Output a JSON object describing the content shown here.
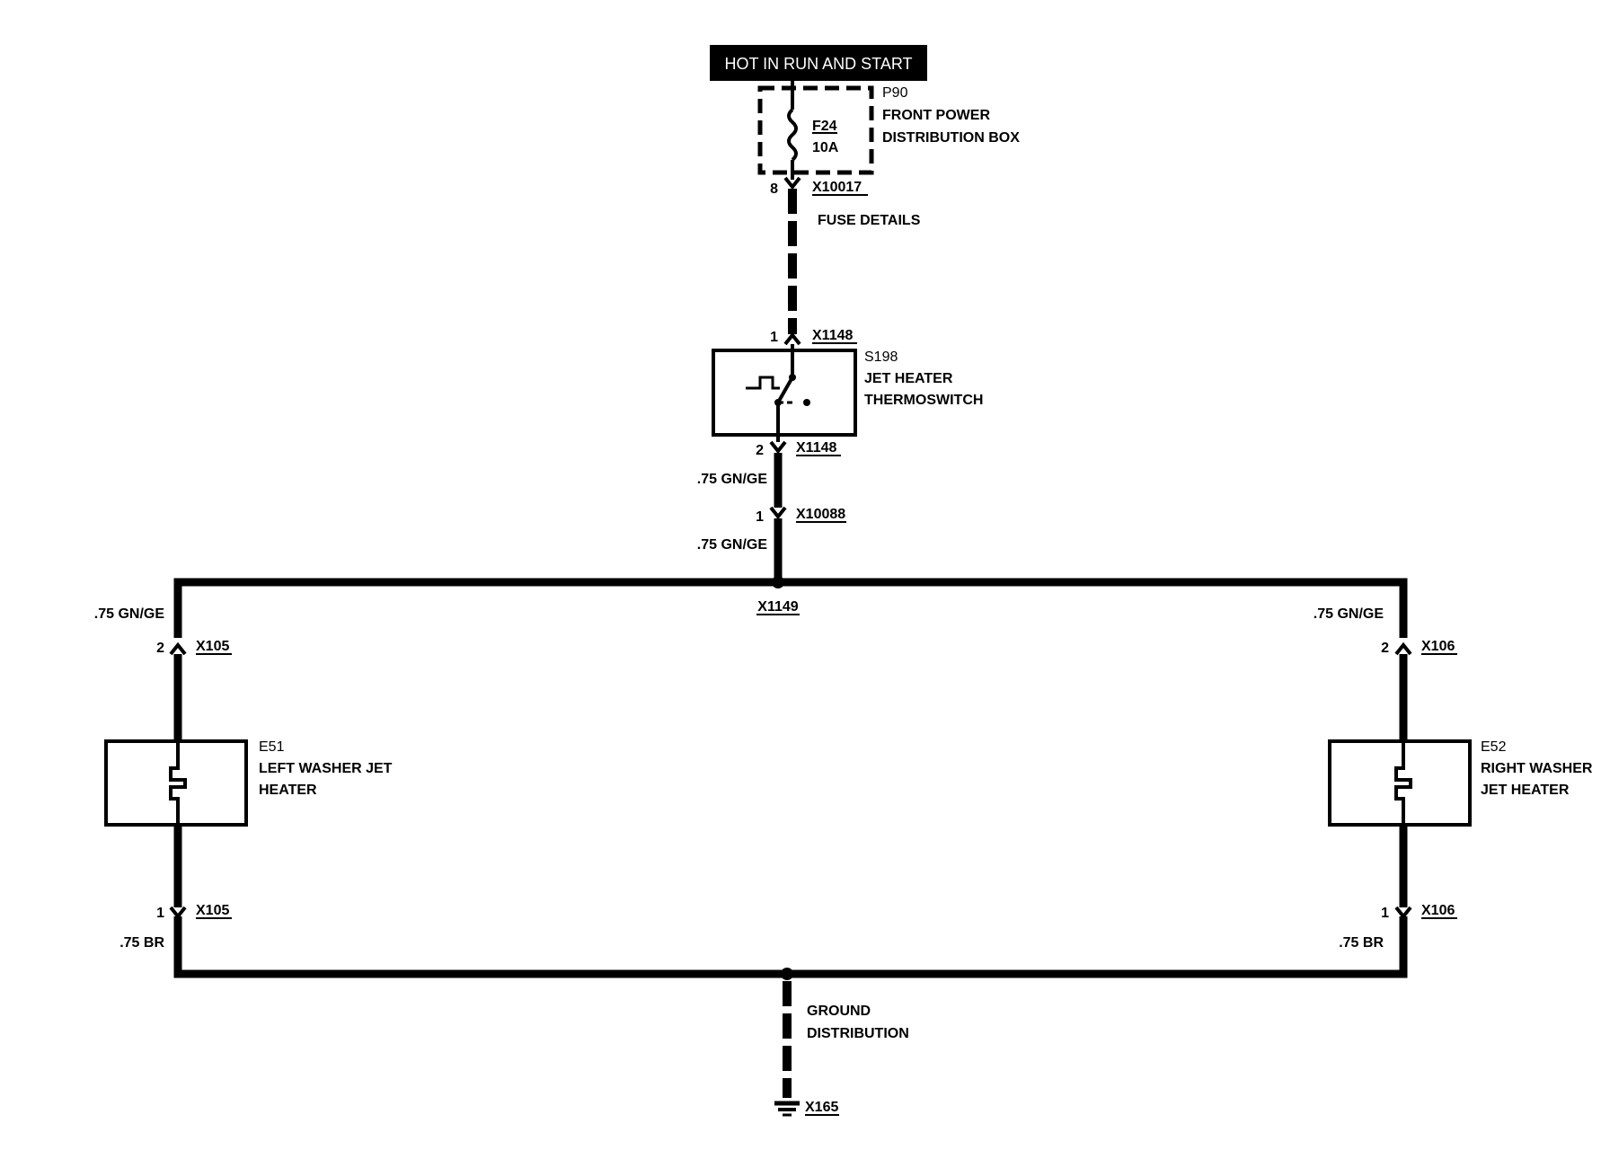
{
  "header": {
    "power_label": "HOT IN RUN AND START"
  },
  "fuse_box": {
    "id": "P90",
    "name_line1": "FRONT POWER",
    "name_line2": "DISTRIBUTION BOX",
    "fuse_id": "F24",
    "fuse_rating": "10A"
  },
  "connectors": {
    "x10017": {
      "pin": "8",
      "id": "X10017"
    },
    "x1148_top": {
      "pin": "1",
      "id": "X1148"
    },
    "x1148_bottom": {
      "pin": "2",
      "id": "X1148"
    },
    "x10088": {
      "pin": "1",
      "id": "X10088"
    },
    "x1149": {
      "id": "X1149"
    },
    "x105_top": {
      "pin": "2",
      "id": "X105"
    },
    "x105_bottom": {
      "pin": "1",
      "id": "X105"
    },
    "x106_top": {
      "pin": "2",
      "id": "X106"
    },
    "x106_bottom": {
      "pin": "1",
      "id": "X106"
    },
    "x165": {
      "id": "X165"
    }
  },
  "notes": {
    "fuse_details": "FUSE DETAILS",
    "ground_line1": "GROUND",
    "ground_line2": "DISTRIBUTION"
  },
  "switch": {
    "id": "S198",
    "name_line1": "JET HEATER",
    "name_line2": "THERMOSWITCH"
  },
  "heaters": {
    "left": {
      "id": "E51",
      "name_line1": "LEFT WASHER JET",
      "name_line2": "HEATER"
    },
    "right": {
      "id": "E52",
      "name_line1": "RIGHT WASHER",
      "name_line2": "JET HEATER"
    }
  },
  "wires": {
    "switch_out": ".75 GN/GE",
    "to_splice": ".75 GN/GE",
    "left_feed": ".75 GN/GE",
    "right_feed": ".75 GN/GE",
    "left_ground": ".75 BR",
    "right_ground": ".75 BR"
  }
}
